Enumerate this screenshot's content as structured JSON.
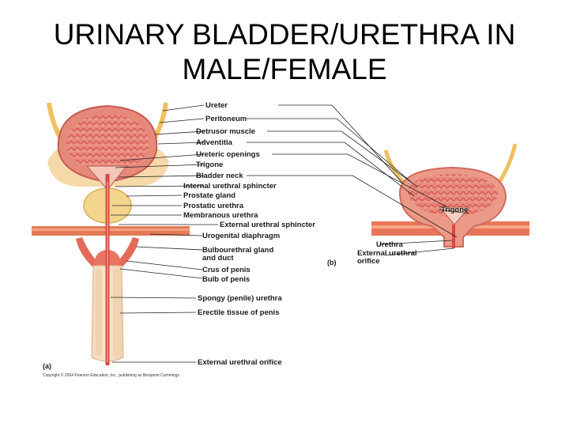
{
  "slide": {
    "title_line1": "URINARY BLADDER/URETHRA IN",
    "title_line2": "MALE/FEMALE"
  },
  "figure": {
    "labels": {
      "ureter": "Ureter",
      "peritoneum": "Peritoneum",
      "detrusor": "Detrusor muscle",
      "adventitia": "Adventitia",
      "ureteric_openings": "Ureteric openings",
      "trigone": "Trigone",
      "bladder_neck": "Bladder neck",
      "internal_sphincter": "Internal urethral sphincter",
      "prostate": "Prostate gland",
      "prostatic_urethra": "Prostatic urethra",
      "membranous_urethra": "Membranous urethra",
      "external_sphincter": "External urethral sphincter",
      "urogenital_diaphragm": "Urogenital diaphragm",
      "bulbourethral_1": "Bulbourethral gland",
      "bulbourethral_2": "and duct",
      "crus": "Crus of penis",
      "bulb": "Bulb of penis",
      "spongy_urethra": "Spongy (penile) urethra",
      "erectile_tissue": "Erectile tissue of penis",
      "external_orifice": "External urethral orifice",
      "female_trigone": "Trigone",
      "female_urethra": "Urethra",
      "female_orifice_1": "External urethral",
      "female_orifice_2": "orifice"
    },
    "panel_a": "(a)",
    "panel_b": "(b)",
    "copyright": "Copyright © 2004 Pearson Education, Inc., publishing as Benjamin Cummings"
  }
}
